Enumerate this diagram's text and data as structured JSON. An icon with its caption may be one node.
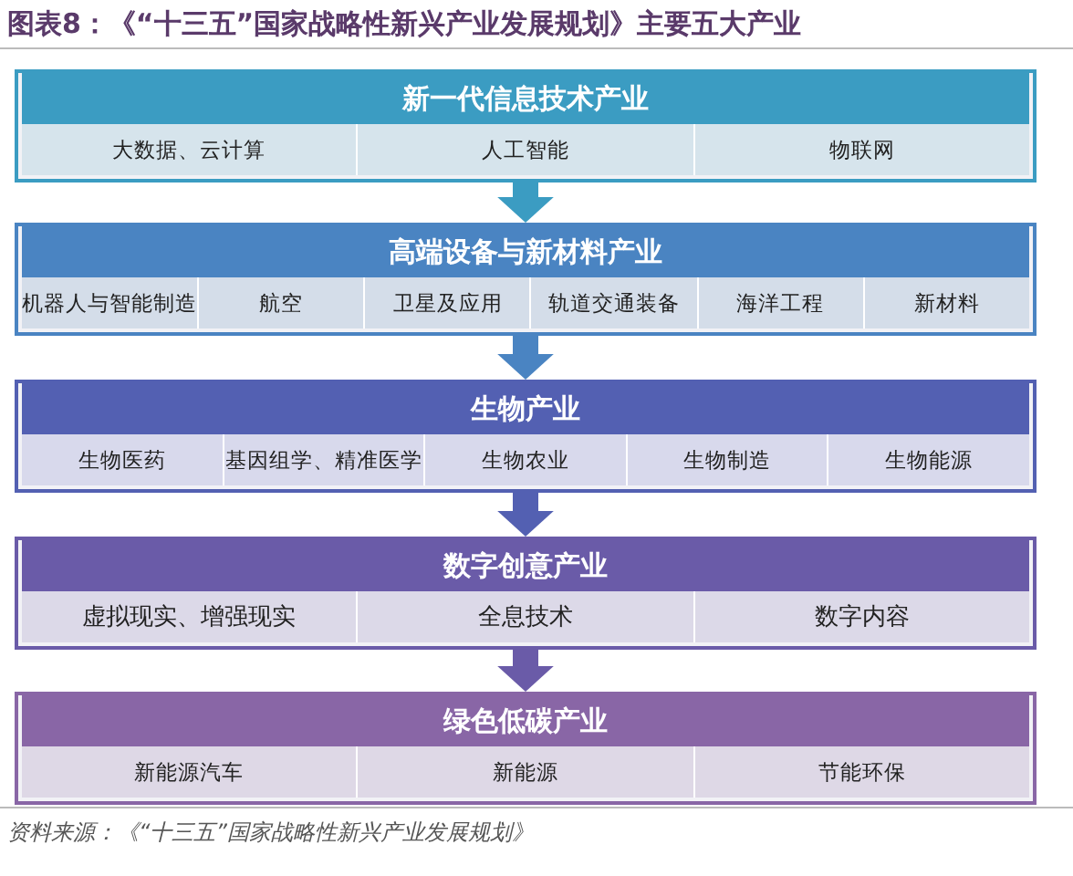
{
  "diagram": {
    "title": "图表8：《“十三五”国家战略性新兴产业发展规划》主要五大产业",
    "caption": "资料来源：《“十三五”国家战略性新兴产业发展规划》",
    "nodes": [
      {
        "text": [
          "新一代信息技术产业"
        ]
      },
      {
        "text": [
          "大数据、云计算"
        ],
        "in": 0
      },
      {
        "text": [
          "人工智能"
        ],
        "in": 0
      },
      {
        "text": [
          "物联网"
        ],
        "in": 0
      },
      {
        "text": [
          "高端设备与新材料产业"
        ]
      },
      {
        "text": [
          "机器人与智能制造"
        ],
        "in": 4
      },
      {
        "text": [
          "航空"
        ],
        "in": 4
      },
      {
        "text": [
          "卫星及应用"
        ],
        "in": 4
      },
      {
        "text": [
          "轨道交通装备"
        ],
        "in": 4
      },
      {
        "text": [
          "海洋工程"
        ],
        "in": 4
      },
      {
        "text": [
          "新材料"
        ],
        "in": 4
      },
      {
        "text": [
          "生物产业"
        ]
      },
      {
        "text": [
          "生物医药"
        ],
        "in": 11
      },
      {
        "text": [
          "基因组学、精准医学"
        ],
        "in": 11
      },
      {
        "text": [
          "生物农业"
        ],
        "in": 11
      },
      {
        "text": [
          "生物制造"
        ],
        "in": 11
      },
      {
        "text": [
          "生物能源"
        ],
        "in": 11
      },
      {
        "text": [
          "数字创意产业"
        ]
      },
      {
        "text": [
          "虚拟现实、增强现实"
        ],
        "in": 17
      },
      {
        "text": [
          "全息技术"
        ],
        "in": 17
      },
      {
        "text": [
          "数字内容"
        ],
        "in": 17
      },
      {
        "text": [
          "绿色低碳产业"
        ]
      },
      {
        "text": [
          "新能源汽车"
        ],
        "in": 21
      },
      {
        "text": [
          "新能源"
        ],
        "in": 21
      },
      {
        "text": [
          "节能环保"
        ],
        "in": 21
      }
    ],
    "edges": [
      {
        "from": 0,
        "to": 4,
        "arrow": "to"
      },
      {
        "from": 4,
        "to": 11,
        "arrow": "to"
      },
      {
        "from": 11,
        "to": 17,
        "arrow": "to"
      },
      {
        "from": 17,
        "to": 21,
        "arrow": "to"
      }
    ]
  }
}
